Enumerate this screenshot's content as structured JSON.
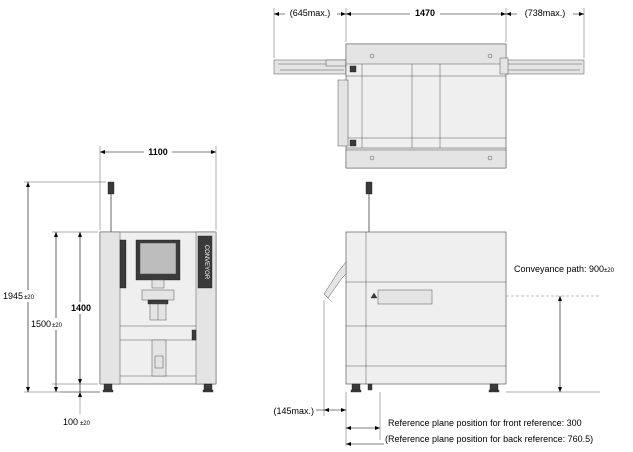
{
  "top_view": {
    "left_extension": "(645max.)",
    "width": "1470",
    "right_extension": "(738max.)"
  },
  "front_view": {
    "width": "1100",
    "total_height": "1945",
    "total_height_tol": "±20",
    "body_height": "1400",
    "conveyor_height": "1500",
    "conveyor_height_tol": "±20",
    "foot_height": "100",
    "foot_height_tol": "±20",
    "side_label": "CONVEYOR"
  },
  "side_view": {
    "conveyance_path_label": "Conveyance path: 900",
    "conveyance_path_tol": "±20",
    "front_overhang": "(145max.)",
    "front_reference": "Reference plane position for front reference: 300",
    "back_reference": "(Reference plane position for back reference: 760.5)"
  }
}
